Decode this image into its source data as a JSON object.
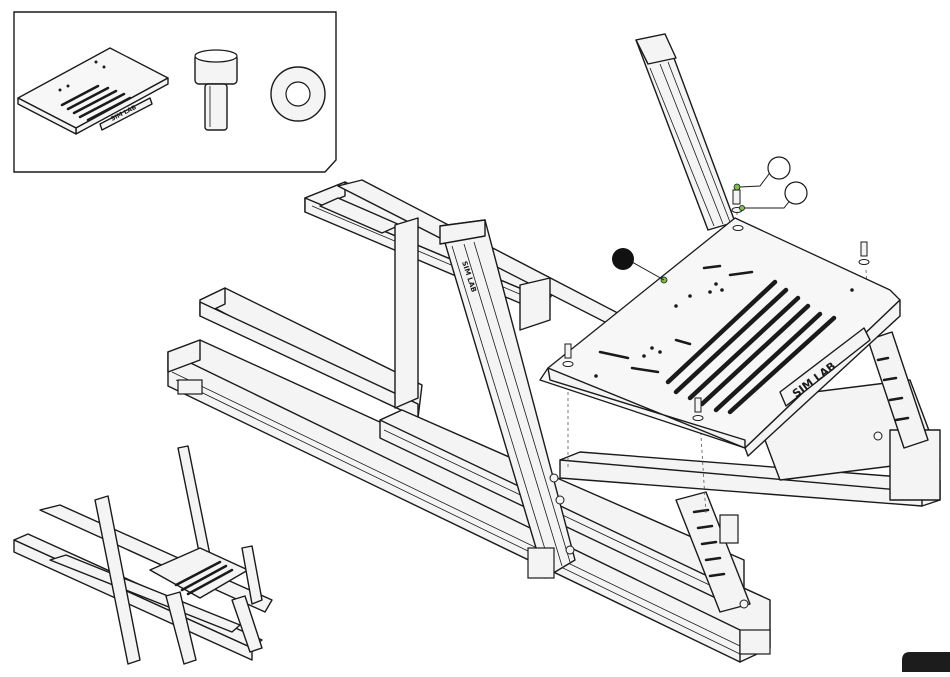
{
  "figure": {
    "brand_mark": "SIM LAB",
    "colors": {
      "line": "#1a1a1a",
      "profile_fill": "#f4f4f4",
      "plate_fill": "#f7f7f7",
      "highlight": "#7cc242",
      "callout_dot": "#111111",
      "corner_tab": "#1c1c1c"
    }
  },
  "parts_box": {
    "items": [
      "mounting-plate",
      "socket-head-bolt",
      "washer"
    ]
  },
  "callouts": [
    {
      "name": "callout-filled",
      "style": "filled"
    },
    {
      "name": "callout-bolt",
      "style": "open"
    },
    {
      "name": "callout-washer",
      "style": "open"
    }
  ]
}
